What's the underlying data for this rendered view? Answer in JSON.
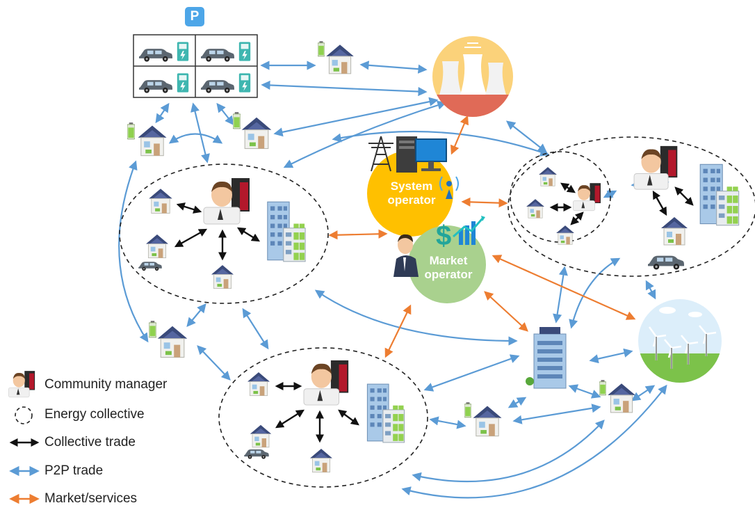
{
  "parking": {
    "sign": "P"
  },
  "operators": {
    "system": "System operator",
    "market": "Market operator"
  },
  "legend": {
    "items": [
      {
        "key": "community-manager",
        "label": "Community manager"
      },
      {
        "key": "energy-collective",
        "label": "Energy collective"
      },
      {
        "key": "collective-trade",
        "label": "Collective trade"
      },
      {
        "key": "p2p-trade",
        "label": "P2P trade"
      },
      {
        "key": "market-services",
        "label": "Market/services"
      }
    ]
  },
  "colors": {
    "p2p": "#5b9bd5",
    "market": "#ed7d31",
    "collective": "#111111",
    "system_operator": "#ffc000",
    "market_operator": "#a9d18e",
    "power_plant_top": "#fbd27a",
    "power_plant_bottom": "#e06a57",
    "wind_farm_sky": "#dceefa",
    "wind_farm_grass": "#7cc24a"
  },
  "icons": [
    "parking-lot-icon",
    "ev-car-icon",
    "charger-icon",
    "house-icon",
    "office-building-icon",
    "community-manager-icon",
    "server-icon",
    "power-plant-icon",
    "wind-farm-icon",
    "transmission-tower-icon",
    "computer-monitor-icon",
    "antenna-icon",
    "dollar-chart-icon",
    "businessman-icon"
  ]
}
